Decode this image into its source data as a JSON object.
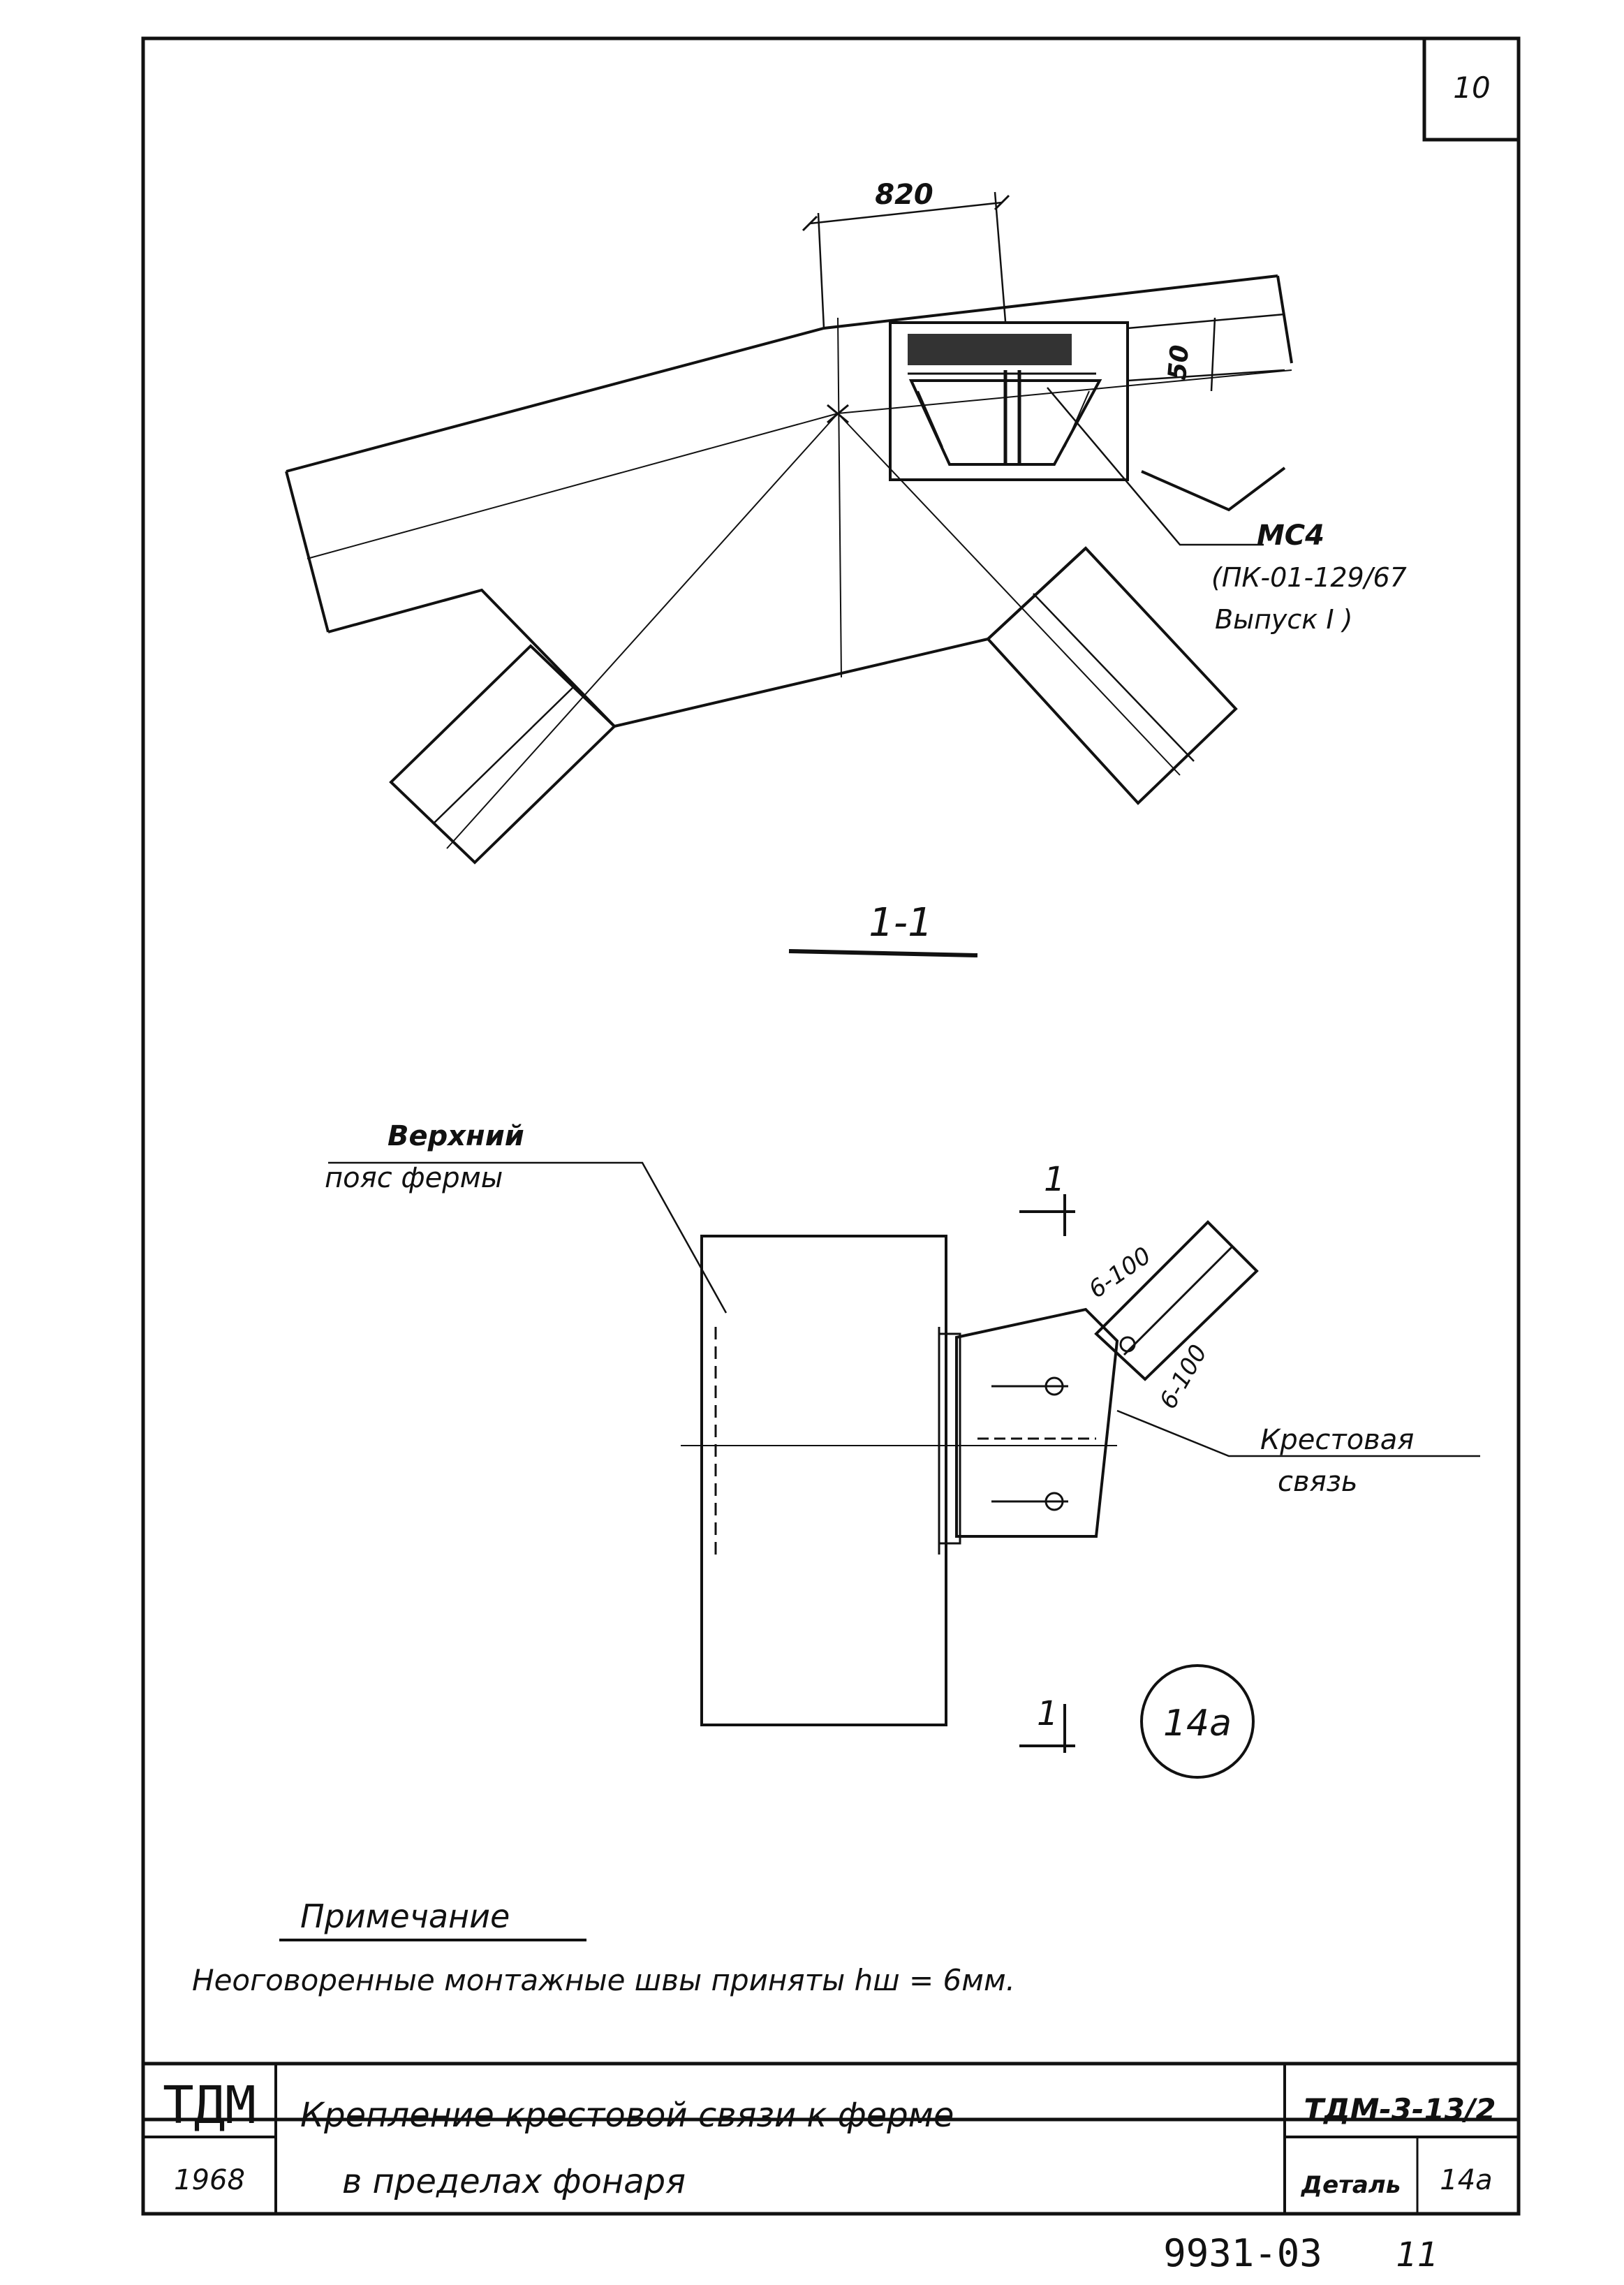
{
  "sheet_number": "10",
  "section_view": {
    "dimension_width": "820",
    "dimension_offset": "50",
    "part_label": "МС4",
    "part_ref_line1": "(ПК-01-129/67",
    "part_ref_line2": "Выпуск I )",
    "section_title": "1-1"
  },
  "plan_view": {
    "label_chord_line1": "Верхний",
    "label_chord_line2": "пояс фермы",
    "cut_mark_top": "1",
    "cut_mark_bottom": "1",
    "weld_note_upper": "6-100",
    "weld_note_lower": "6-100",
    "label_brace_line1": "Крестовая",
    "label_brace_line2": "связь",
    "detail_bubble": "14а"
  },
  "note": {
    "heading": "Примечание",
    "text": "Неоговоренные монтажные швы приняты hш = 6мм."
  },
  "title_block": {
    "org": "ТДМ",
    "year": "1968",
    "title_line1": "Крепление крестовой связи к ферме",
    "title_line2": "в пределах фонаря",
    "code": "ТДМ-3-13/2",
    "detail_label": "Деталь",
    "detail_value": "14а"
  },
  "footer": {
    "archive_number": "9931-03",
    "page": "11"
  }
}
